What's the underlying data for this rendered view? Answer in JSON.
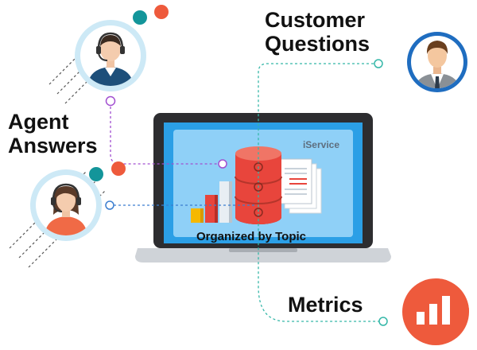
{
  "labels": {
    "customer_questions_line1": "Customer",
    "customer_questions_line2": "Questions",
    "agent_answers_line1": "Agent",
    "agent_answers_line2": "Answers",
    "metrics": "Metrics"
  },
  "screen": {
    "brand": "iService",
    "caption": "Organized by Topic"
  },
  "colors": {
    "accent_orange": "#ee5a3c",
    "accent_teal": "#13959a",
    "screen_blue": "#2b9fe6",
    "laptop_frame": "#2d2d30",
    "connector_purple": "#a24fd0",
    "connector_blue": "#3b7ed0",
    "connector_teal": "#35b7a8"
  },
  "icons": {
    "agent_top": "male-agent-headset-icon",
    "agent_bottom": "female-agent-headset-icon",
    "customer": "customer-avatar-icon",
    "metrics": "bar-chart-icon",
    "database": "database-icon",
    "documents": "documents-icon"
  }
}
